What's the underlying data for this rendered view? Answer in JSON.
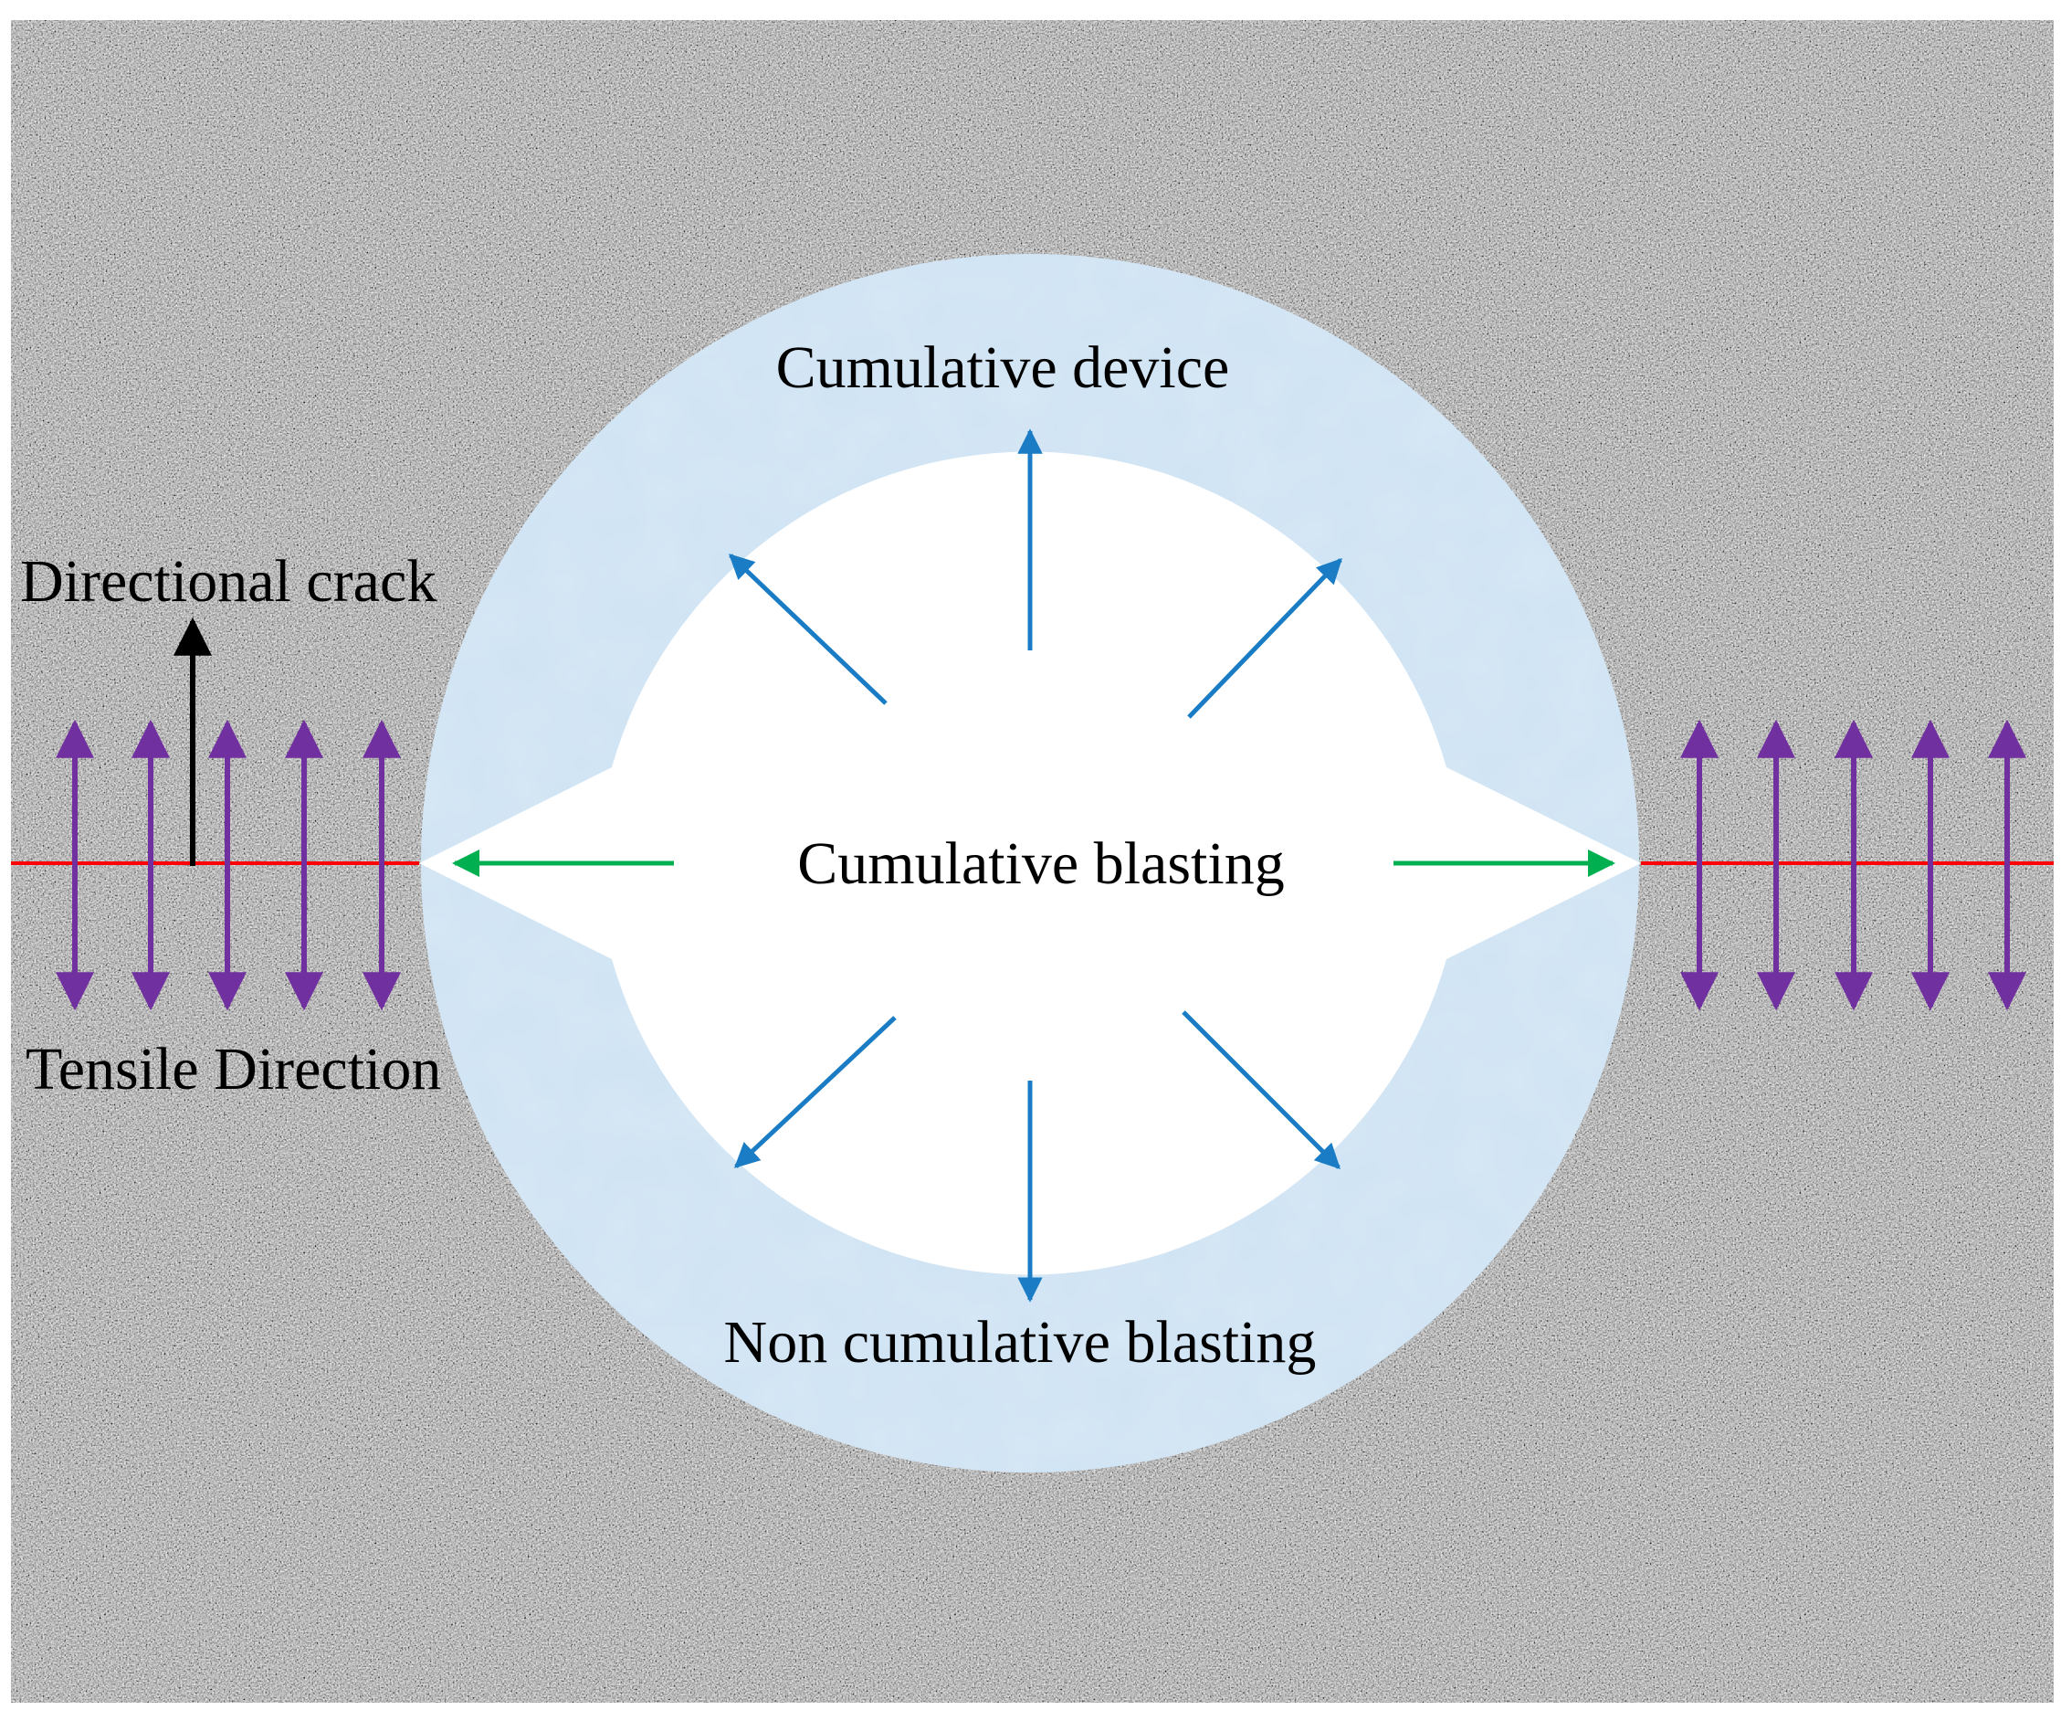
{
  "labels": {
    "cumulative_device": "Cumulative device",
    "cumulative_blasting": "Cumulative blasting",
    "non_cumulative_blasting": "Non cumulative blasting",
    "directional_crack": "Directional crack",
    "tensile_direction": "Tensile Direction"
  },
  "colors": {
    "rock_base": "#8c8c8c",
    "device_ring": "#cfe3f3",
    "cavity": "#ffffff",
    "non_cumulative_arrow": "#1a7cc4",
    "cumulative_arrow": "#00b050",
    "crack_line": "#ff0000",
    "tensile_arrow": "#7030a0",
    "crack_arrow": "#000000"
  },
  "icons": {
    "background": "granite-rock-texture",
    "radial_arrows": "arrow-icon",
    "tensile_arrows": "double-arrow-icon"
  }
}
